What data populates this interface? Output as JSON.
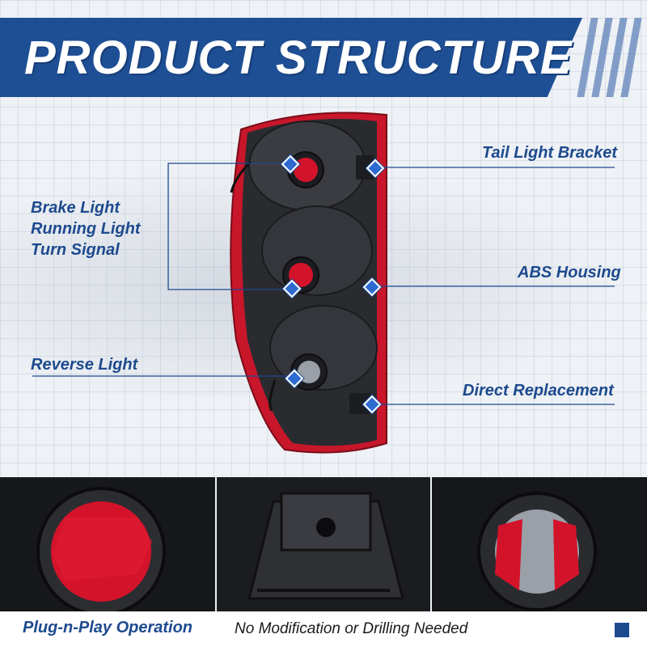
{
  "header": {
    "title": "PRODUCT STRUCTURE"
  },
  "callouts": {
    "brake_light": "Brake Light",
    "running_light": "Running Light",
    "turn_signal": "Turn Signal",
    "reverse_light": "Reverse Light",
    "tail_light_bracket": "Tail Light Bracket",
    "abs_housing": "ABS Housing",
    "direct_replacement": "Direct Replacement"
  },
  "footer": {
    "feature": "Plug-n-Play Operation",
    "detail": "No Modification or Drilling Needed"
  },
  "colors": {
    "brand_blue": "#1e4f95",
    "text_blue": "#1d4a8e",
    "lens_red": "#d3132a",
    "housing_black": "#2a2b2f"
  },
  "icons": [
    "diamond-marker-icon"
  ]
}
